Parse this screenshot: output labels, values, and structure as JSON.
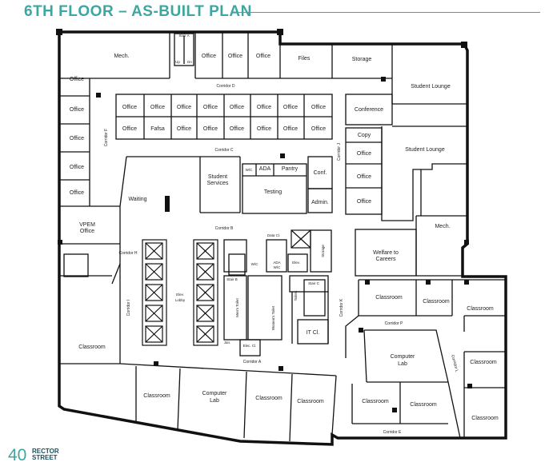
{
  "header": {
    "title": "6TH FLOOR – AS-BUILT PLAN",
    "accent_color": "#3ea6a0"
  },
  "footer": {
    "page_number": "40",
    "brand_line1": "RECTOR",
    "brand_line2": "STREET"
  },
  "rooms": {
    "mech_top": "Mech.",
    "stair_a": "Stair A",
    "office": "Office",
    "files": "Files",
    "storage": "Storage",
    "student_lounge_top": "Student Lounge",
    "fafsa": "Fafsa",
    "conference": "Conference",
    "copy": "Copy",
    "student_lounge_mid": "Student Lounge",
    "student_services_1": "Student",
    "student_services_2": "Services",
    "waiting": "Waiting",
    "wc": "W/C",
    "ada": "ADA",
    "pantry": "Pantry",
    "conf": "Conf.",
    "testing": "Testing",
    "admin": "Admin.",
    "vpem_1": "VPEM",
    "vpem_2": "Office",
    "mech_right": "Mech.",
    "welfare_1": "Welfare to",
    "welfare_2": "Careers",
    "data_cl": "Data Cl.",
    "elev": "Elev.",
    "storage_mid": "Storage",
    "elev_lobby_1": "Elev.",
    "elev_lobby_2": "Lobby",
    "stair_b": "Stair B",
    "stair_c": "Stair C",
    "toilets": "Toilets",
    "mens_toilet": "Men's Toilet",
    "womens_toilet": "Women's Toilet",
    "it_cl": "IT Cl.",
    "elec": "Elec. Cl.",
    "jan": "Jan.",
    "classroom": "Classroom",
    "computer_lab_1": "Computer",
    "computer_lab_2": "Lab",
    "stair_label": "Stair"
  },
  "corridors": {
    "a": "Corridor A",
    "b": "Corridor B",
    "c": "Corridor C",
    "d": "Corridor D",
    "e": "Corridor E",
    "f": "Corridor F",
    "h": "Corridor H",
    "i": "Corridor I",
    "j": "Corridor J",
    "k": "Corridor K",
    "l": "Corridor L",
    "p": "Corridor P"
  },
  "stair_marks": {
    "up": "Up",
    "dn": "Dn"
  }
}
